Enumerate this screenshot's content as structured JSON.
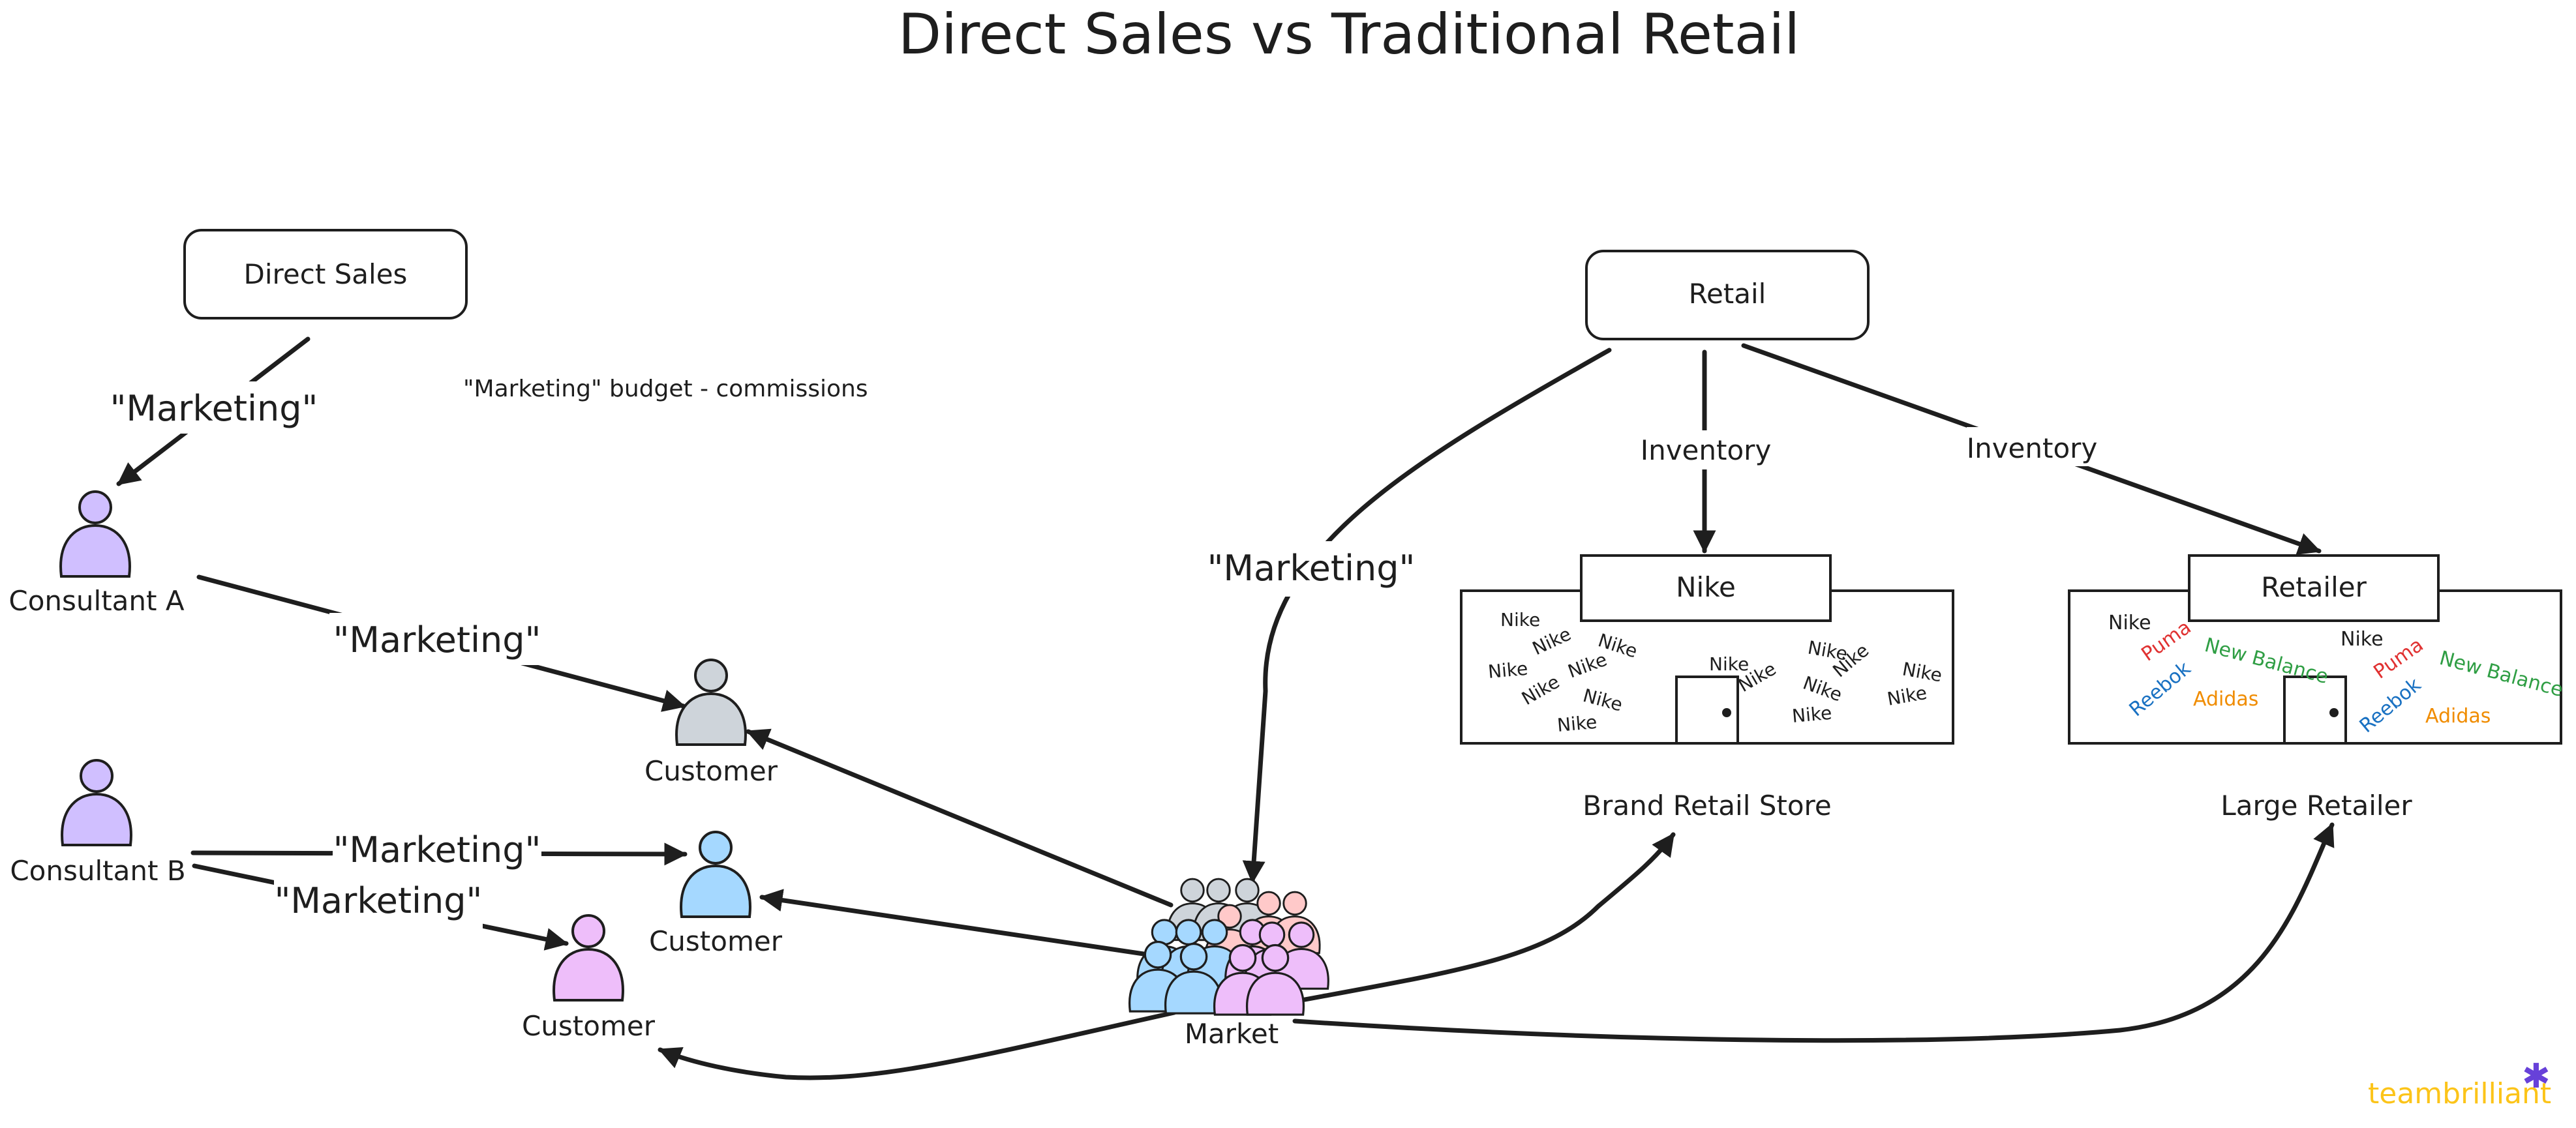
{
  "title": "Direct Sales vs Traditional Retail",
  "direct_sales": {
    "box_label": "Direct Sales",
    "budget_note": "\"Marketing\" budget - commissions",
    "consultant_a": "Consultant A",
    "consultant_b": "Consultant B",
    "marketing_label": "\"Marketing\"",
    "customer_label": "Customer"
  },
  "retail": {
    "box_label": "Retail",
    "inventory_label": "Inventory",
    "marketing_label": "\"Marketing\"",
    "nike_store": {
      "sign": "Nike",
      "caption": "Brand Retail Store",
      "shoes": [
        "Nike",
        "Nike",
        "Nike",
        "Nike",
        "Nike",
        "Nike",
        "Nike",
        "Nike",
        "Nike",
        "Nike",
        "Nike",
        "Nike",
        "Nike",
        "Nike",
        "Nike",
        "Nike"
      ]
    },
    "large_retailer": {
      "sign": "Retailer",
      "caption": "Large Retailer",
      "brands": [
        {
          "name": "Nike",
          "color": "#1e1e1e"
        },
        {
          "name": "Puma",
          "color": "#e03131"
        },
        {
          "name": "New Balance",
          "color": "#2f9e44"
        },
        {
          "name": "Reebok",
          "color": "#1971c2"
        },
        {
          "name": "Adidas",
          "color": "#f08c00"
        },
        {
          "name": "Nike",
          "color": "#1e1e1e"
        },
        {
          "name": "Puma",
          "color": "#e03131"
        },
        {
          "name": "New Balance",
          "color": "#2f9e44"
        },
        {
          "name": "Reebok",
          "color": "#1971c2"
        },
        {
          "name": "Adidas",
          "color": "#f08c00"
        }
      ]
    }
  },
  "market": {
    "label": "Market"
  },
  "logo": {
    "text": "teambrilliant",
    "color": "#fcc419",
    "star_color": "#6741d9"
  },
  "colors": {
    "consultant": "#d0bfff",
    "customer_gray": "#ced4da",
    "customer_blue": "#a5d8ff",
    "customer_pink": "#eebefa",
    "market_pink": "#ffc9c9"
  }
}
